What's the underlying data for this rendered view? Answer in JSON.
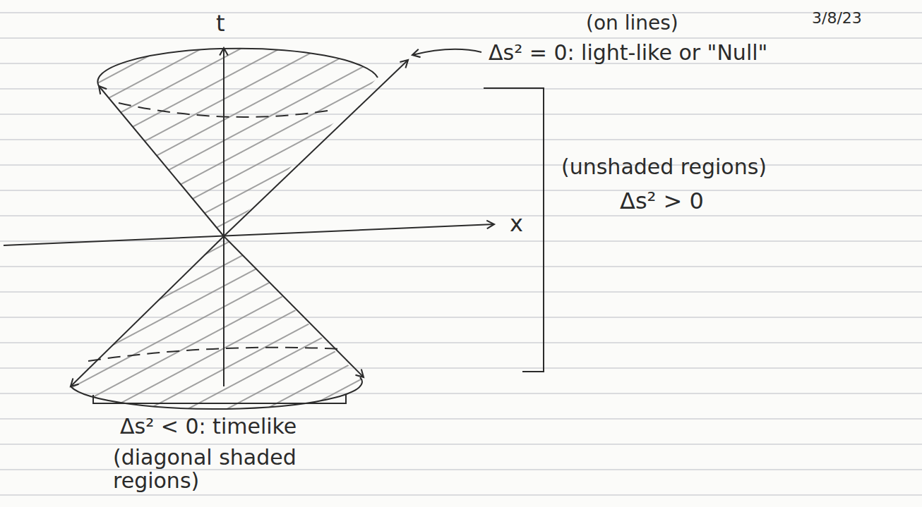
{
  "diagram": {
    "labels": [
      "t",
      "(on lines)",
      "3/8/23",
      "Δs² = 0: light-like or \"Null\"",
      "(unshaded regions)",
      "Δs² > 0",
      "x",
      "Δs² < 0: timelike",
      "(diagonal shaded regions)"
    ]
  }
}
